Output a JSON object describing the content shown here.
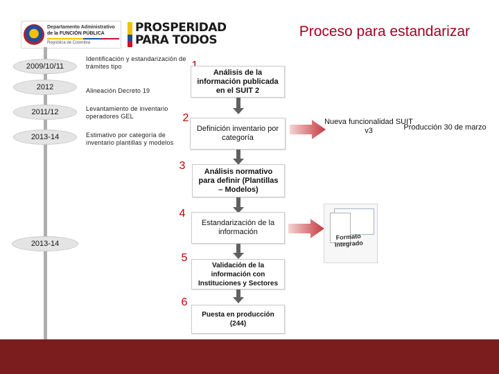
{
  "header": {
    "gov_logo": {
      "line1": "Departamento Administrativo",
      "line2": "de la FUNCIÓN PÚBLICA",
      "line3": "República de Colombia",
      "icon": "colombia-coat-of-arms"
    },
    "campaign_logo": {
      "line1": "PROSPERIDAD",
      "line2": "PARA TODOS"
    },
    "title": "Proceso para estandarizar"
  },
  "timeline": {
    "years": [
      "2009/10/11",
      "2012",
      "2011/12",
      "2013-14",
      "2013-14"
    ],
    "milestones": [
      "Identificación y estandarización de trámites tipo",
      "Alineación Decreto 19",
      "Levantamiento de inventario operadores GEL",
      "Estimativo por categoría de inventario plantillas y modelos"
    ]
  },
  "steps": [
    {
      "number": "1",
      "label": "Análisis de la información publicada en el SUIT 2"
    },
    {
      "number": "2",
      "label": "Definición inventario por categoría"
    },
    {
      "number": "3",
      "label": "Análisis normativo para definir (Plantillas – Modelos)"
    },
    {
      "number": "4",
      "label": "Estandarización de la información"
    },
    {
      "number": "5",
      "label": "Validación de la información con Instituciones y Sectores"
    },
    {
      "number": "6",
      "label": "Puesta en producción (244)"
    }
  ],
  "outcomes": {
    "new_functionality": "Nueva funcionalidad SUIT v3",
    "production": "Producción 30 de marzo",
    "formato_image_label": "Formato Integrado"
  },
  "colors": {
    "title": "#a50021",
    "step_numbers": "#c00000",
    "footer": "#7b1c1f",
    "timeline": "#aeaeae",
    "arrows": "#616161"
  }
}
